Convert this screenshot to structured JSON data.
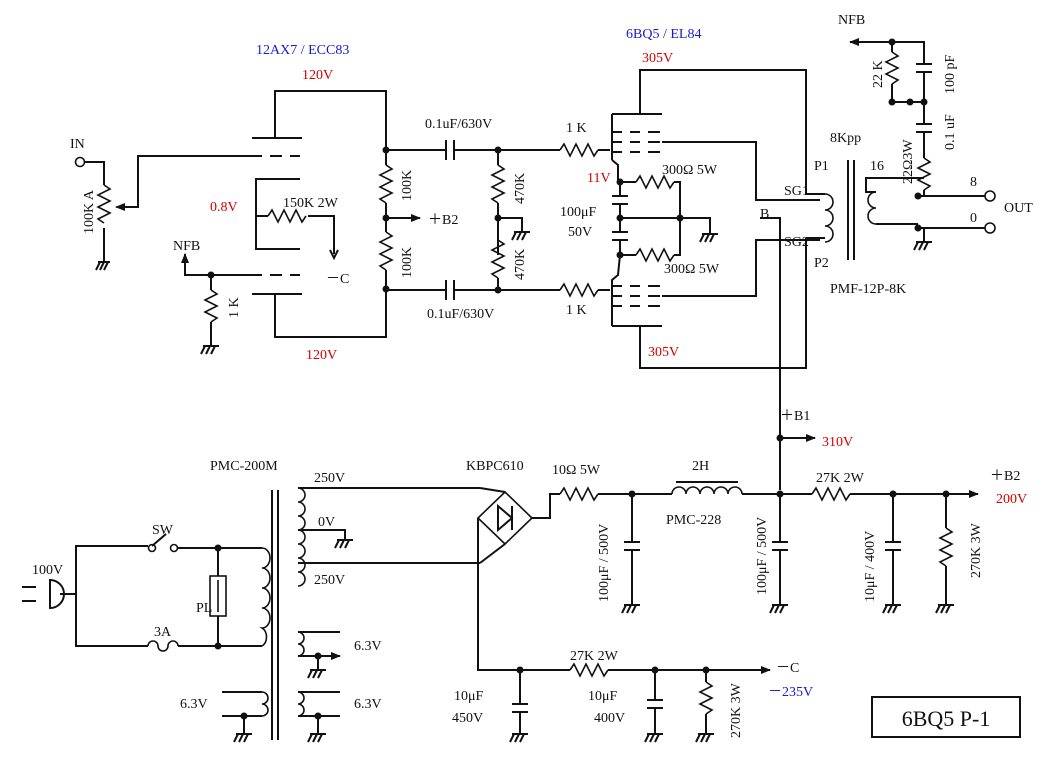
{
  "tubes": {
    "preamp": "12AX7 / ECC83",
    "power": "6BQ5 / EL84"
  },
  "labels": {
    "in": "IN",
    "nfb_in": "NFB",
    "nfb_out": "NFB",
    "vol": "100K A",
    "r_grid_leak": "1 K",
    "r_cath_pre": "150K 2W",
    "neg_c_pre": "－C",
    "r_plate_a": "100K",
    "r_plate_b": "100K",
    "b2_tap": "＋B2",
    "cap_top": "0.1uF/630V",
    "cap_bot": "0.1uF/630V",
    "r_grid_top": "470K",
    "r_grid_bot": "470K",
    "r_stop_top": "1 K",
    "r_stop_bot": "1 K",
    "r_cath_top": "300Ω 5W",
    "r_cath_bot": "300Ω 5W",
    "c_cath_a": "100μF",
    "c_cath_b": "50V",
    "b": "B",
    "sg1": "SG1",
    "sg2": "SG2",
    "p1": "P1",
    "p2": "P2",
    "ot_imp": "8Kpp",
    "tap16": "16",
    "tap8": "8",
    "tap0": "0",
    "out": "OUT",
    "ot_model": "PMF-12P-8K",
    "r_fb1": "22 K",
    "c_fb": "100 pF",
    "c_fb2": "0.1 uF",
    "r_fb2": "22Ω3W",
    "pt_model": "PMC-200M",
    "mains": "100V",
    "sw": "SW",
    "fuse": "3A",
    "pl": "PL",
    "sec_hv_top": "250V",
    "sec_ct": "0V",
    "sec_hv_bot": "250V",
    "heater_1": "6.3V",
    "heater_2": "6.3V",
    "heater_3": "6.3V",
    "rect": "KBPC610",
    "r_surge": "10Ω  5W",
    "choke": "2H",
    "choke_model": "PMC-228",
    "c_in": "100μF / 500V",
    "c_out": "100μF / 500V",
    "b1": "＋B1",
    "r_b2": "27K 2W",
    "c_b2": "10μF / 400V",
    "r_bleed_b2": "270K 3W",
    "b2": "＋B2",
    "r_c": "27K 2W",
    "c_c1_a": "10μF",
    "c_c1_b": "450V",
    "c_c2_a": "10μF",
    "c_c2_b": "400V",
    "r_bleed_c": "270K 3W",
    "neg_c": "－C"
  },
  "voltages": {
    "v_pre_plate_top": "120V",
    "v_pre_cath": "0.8V",
    "v_pre_plate_bot": "120V",
    "v_out_plate_top": "305V",
    "v_out_cath": "11V",
    "v_out_plate_bot": "305V",
    "v_b1": "310V",
    "v_b2": "200V",
    "v_neg": "－235V"
  },
  "title_box": "6BQ5 P-1",
  "colors": {
    "red": "#d40000",
    "blue": "#1a1acc",
    "ink": "#111111"
  }
}
